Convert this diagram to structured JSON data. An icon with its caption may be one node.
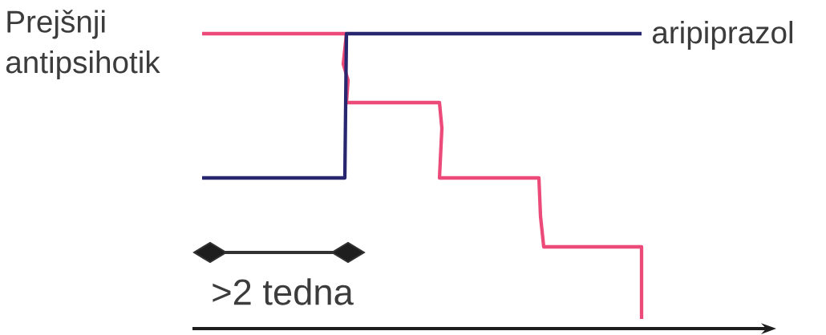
{
  "diagram": {
    "labels": [
      "Prejšnji antipsihotik",
      "aripiprazol",
      ">2 tedna"
    ]
  }
}
